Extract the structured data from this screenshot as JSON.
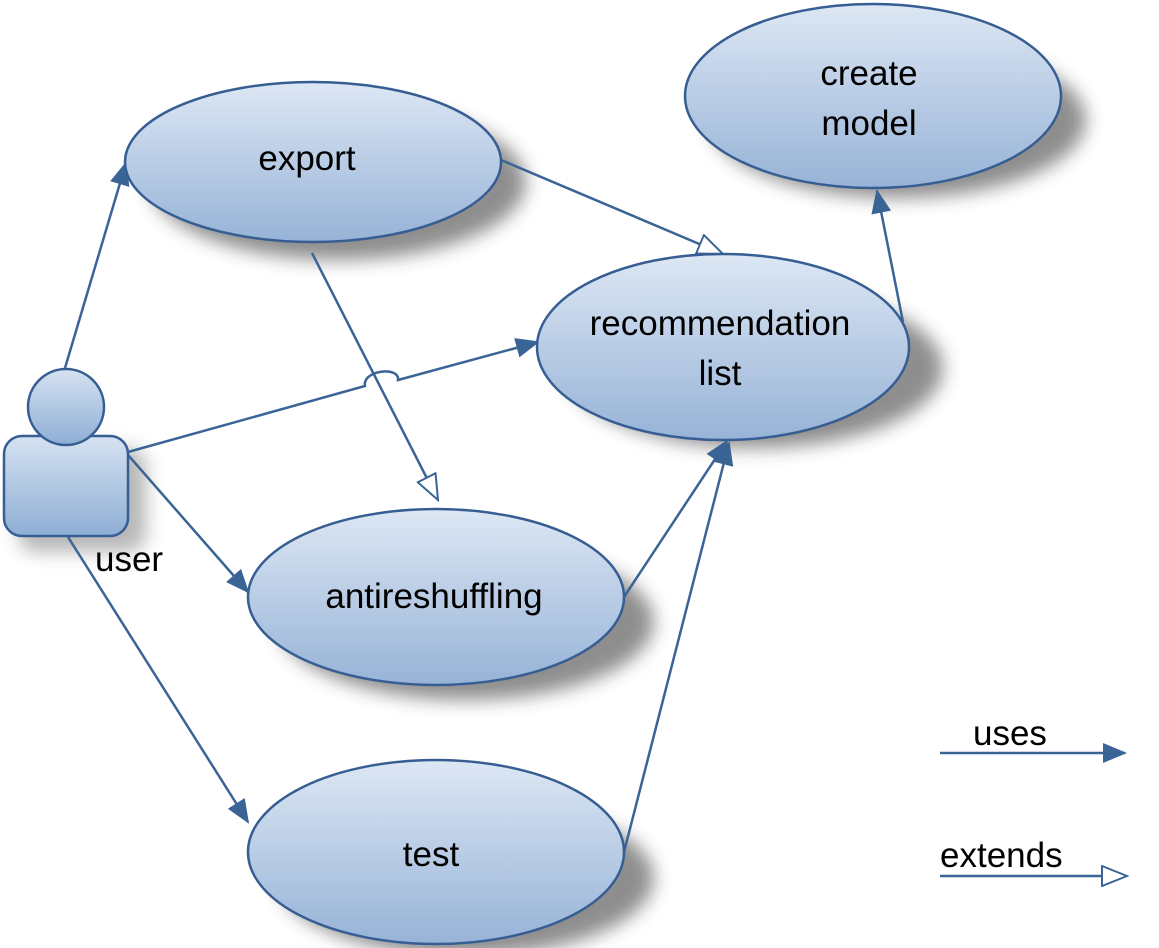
{
  "actor": {
    "label": "user",
    "icon": "user-icon"
  },
  "use_cases": {
    "export": "export",
    "create_model": [
      "create",
      "model"
    ],
    "recommendation_list": [
      "recommendation",
      "list"
    ],
    "antireshuffling": "antireshuffling",
    "test": "test"
  },
  "legend": {
    "uses_label": "uses",
    "extends_label": "extends"
  },
  "colors": {
    "line": "#3a6496",
    "ellipse_stroke": "#365e93",
    "ellipse_top": "#dce6f3",
    "ellipse_bottom": "#9ab5d8",
    "shadow": "#3a3a3a"
  }
}
